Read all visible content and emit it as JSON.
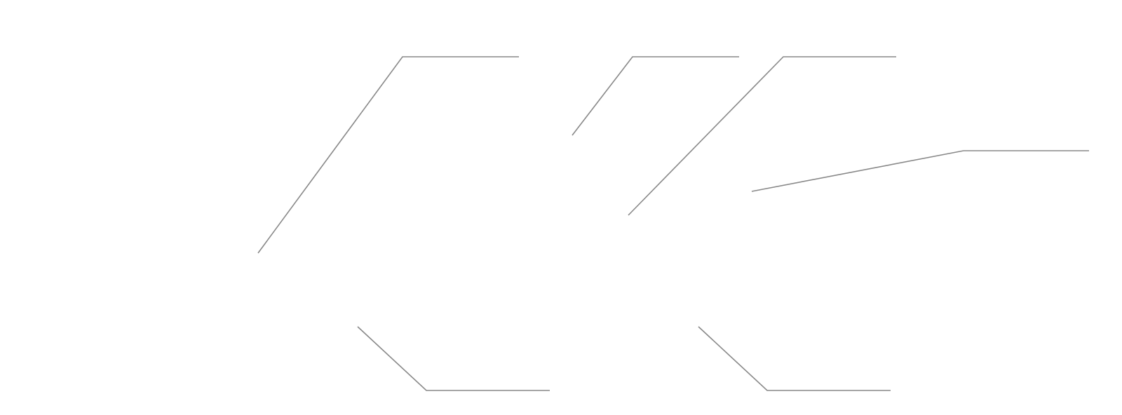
{
  "diagram": {
    "line_color": "#888888",
    "background": "#ffffff",
    "leaders": [
      {
        "id": "leader-1",
        "label": ""
      },
      {
        "id": "leader-2",
        "label": ""
      },
      {
        "id": "leader-3",
        "label": ""
      },
      {
        "id": "leader-4",
        "label": ""
      },
      {
        "id": "leader-5",
        "label": ""
      },
      {
        "id": "leader-6",
        "label": ""
      }
    ]
  }
}
